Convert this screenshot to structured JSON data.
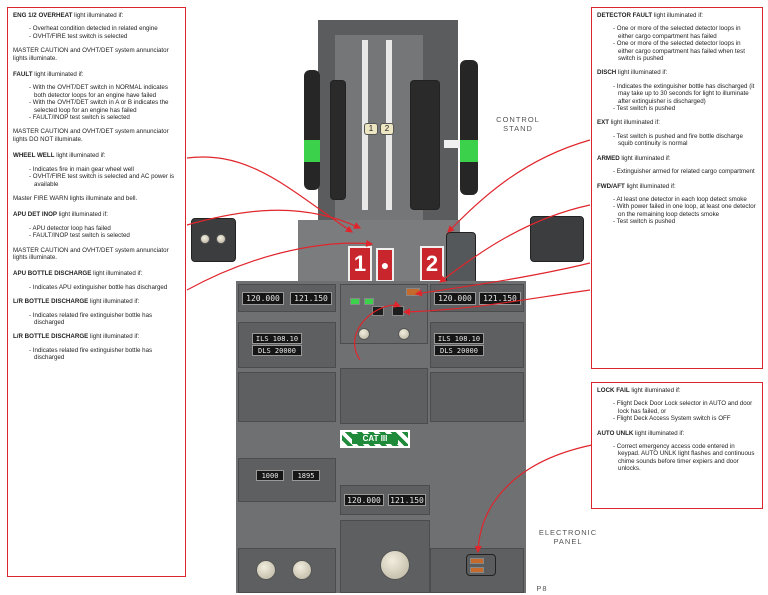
{
  "left_box": {
    "eng_overheat": {
      "title": "ENG 1/2 OVERHEAT",
      "suffix": " light illuminated if:",
      "items": [
        "Overheat condition detected in related engine",
        "OVHT/FIRE test switch is selected"
      ],
      "note": "MASTER CAUTION and OVHT/DET system annunciator lights illuminate."
    },
    "fault": {
      "title": "FAULT",
      "suffix": " light illuminated if:",
      "items": [
        "With the OVHT/DET switch in NORMAL indicates both detector loops for an engine have failed",
        "With the OVHT/DET switch in A or B indicates the selected loop for an engine has failed",
        "FAULT/INOP test switch is selected"
      ],
      "note": "MASTER CAUTION and OVHT/DET system annunciator lights DO NOT illuminate."
    },
    "wheel_well": {
      "title": "WHEEL WELL",
      "suffix": " light illuminated if:",
      "items": [
        "Indicates fire in main gear wheel well",
        "OVHT/FIRE test switch is selected and AC power is available"
      ],
      "note": "Master FIRE WARN lights illuminate and bell."
    },
    "apu_det_inop": {
      "title": "APU DET INOP",
      "suffix": " light illuminated if:",
      "items": [
        "APU detector loop has failed",
        "FAULT/INOP test switch is selected"
      ],
      "note": "MASTER CAUTION and OVHT/DET system annunciator lights illuminate."
    },
    "apu_bottle": {
      "title": "APU BOTTLE DISCHARGE",
      "suffix": " light illuminated if:",
      "items": [
        "Indicates APU extinguisher bottle has discharged"
      ]
    },
    "lr_bottle_1": {
      "title": "L/R BOTTLE DISCHARGE",
      "suffix": " light illuminated if:",
      "items": [
        "Indicates related fire extinguisher bottle has discharged"
      ]
    },
    "lr_bottle_2": {
      "title": "L/R BOTTLE DISCHARGE",
      "suffix": " light illuminated if:",
      "items": [
        "Indicates related fire extinguisher bottle has discharged"
      ]
    }
  },
  "right_box_top": {
    "detector_fault": {
      "title": "DETECTOR FAULT",
      "suffix": " light illuminated if:",
      "items": [
        "One or more of the selected detector loops in either cargo compartment has failed",
        "One or more of the selected detector loops in either cargo compartment has failed when test switch is pushed"
      ]
    },
    "disch": {
      "title": "DISCH",
      "suffix": " light illuminated if:",
      "items": [
        "Indicates the extinguisher bottle has discharged (it may take up to 30 seconds for light to illuminate after extinguisher is discharged)",
        "Test switch is pushed"
      ]
    },
    "ext": {
      "title": "EXT",
      "suffix": " light illuminated if:",
      "items": [
        "Test switch is pushed and fire bottle discharge squib continuity is normal"
      ]
    },
    "armed": {
      "title": "ARMED",
      "suffix": " light illuminated if:",
      "items": [
        "Extinguisher armed for related cargo compartment"
      ]
    },
    "fwd_aft": {
      "title": "FWD/AFT",
      "suffix": " light illuminated if:",
      "items": [
        "At least one detector in each loop detect smoke",
        "With power failed in one loop, at least one detector on the remaining loop detects smoke",
        "Test switch is pushed"
      ]
    }
  },
  "right_box_bottom": {
    "lock_fail": {
      "title": "LOCK FAIL",
      "suffix": " light illuminated if:",
      "items": [
        "Flight Deck Door Lock selector in AUTO and door lock has failed, or",
        "Flight Deck Access System switch is OFF"
      ]
    },
    "auto_unlk": {
      "title": "AUTO UNLK",
      "suffix": " light illuminated if:",
      "items": [
        "Correct emergency access code entered in keypad. AUTO UNLK light flashes and continuous chime sounds before timer expiers and door unlocks."
      ]
    }
  },
  "labels": {
    "control_stand": "CONTROL\nSTAND",
    "electronic_panel": "ELECTRONIC\nPANEL",
    "p8": "P8",
    "cat3": "CAT III",
    "handle_1": "1",
    "handle_2": "2",
    "thrust_1": "1",
    "thrust_2": "2"
  },
  "radio": {
    "com1_active": "120.000",
    "com1_standby": "121.150",
    "com2_active": "120.000",
    "com2_standby": "121.150",
    "nav1_active": "ILS 108.10",
    "nav1_standby": "DLS 20000",
    "nav2_active": "ILS 108.10",
    "nav2_standby": "DLS 20000",
    "com3_active": "120.000",
    "com3_standby": "121.150",
    "adf_active": "1000",
    "adf_standby": "1895"
  },
  "colors": {
    "callout_border": "#d8262c",
    "arrow": "#e0262c",
    "panel": "#6e7072",
    "fire_handle": "#c8262c",
    "annunciator_green": "#3bd14a"
  }
}
